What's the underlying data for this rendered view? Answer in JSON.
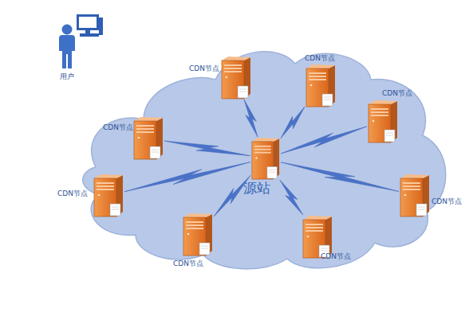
{
  "diagram": {
    "nodes": [
      {
        "text": [
          "用户"
        ]
      },
      {
        "text": [
          "CDN节点"
        ]
      },
      {
        "text": [
          "CDN节点"
        ]
      },
      {
        "text": [
          "CDN节点"
        ]
      },
      {
        "text": [
          "CDN节点"
        ]
      },
      {
        "text": [
          "源站"
        ]
      },
      {
        "text": [
          "CDN节点"
        ]
      },
      {
        "text": [
          "CDN节点"
        ]
      },
      {
        "text": [
          "CDN节点"
        ]
      },
      {
        "text": [
          "CDN节点"
        ]
      }
    ],
    "edges": [
      {
        "from": 5,
        "to": 1,
        "arrow": "none"
      },
      {
        "from": 5,
        "to": 2,
        "arrow": "none"
      },
      {
        "from": 5,
        "to": 3,
        "arrow": "none"
      },
      {
        "from": 5,
        "to": 4,
        "arrow": "none"
      },
      {
        "from": 5,
        "to": 6,
        "arrow": "none"
      },
      {
        "from": 5,
        "to": 7,
        "arrow": "none"
      },
      {
        "from": 5,
        "to": 8,
        "arrow": "none"
      },
      {
        "from": 5,
        "to": 9,
        "arrow": "none"
      }
    ]
  }
}
